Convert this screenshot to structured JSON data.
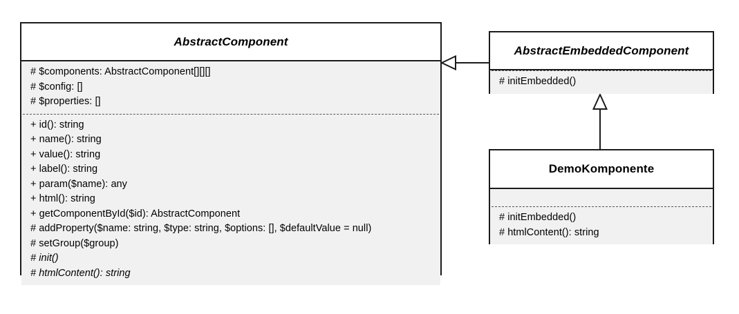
{
  "diagram": {
    "type": "uml-class-diagram",
    "classes": [
      {
        "name": "AbstractComponent",
        "stereotype": "abstract",
        "attributes": [
          "# $components: AbstractComponent[][][]",
          "# $config: []",
          "# $properties: []"
        ],
        "methods": [
          {
            "signature": "+ id(): string",
            "abstract": false
          },
          {
            "signature": "+ name(): string",
            "abstract": false
          },
          {
            "signature": "+ value(): string",
            "abstract": false
          },
          {
            "signature": "+ label(): string",
            "abstract": false
          },
          {
            "signature": "+ param($name): any",
            "abstract": false
          },
          {
            "signature": "+ html(): string",
            "abstract": false
          },
          {
            "signature": "+ getComponentById($id): AbstractComponent",
            "abstract": false
          },
          {
            "signature": "# addProperty($name: string, $type: string, $options: [], $defaultValue = null)",
            "abstract": false
          },
          {
            "signature": "# setGroup($group)",
            "abstract": false
          },
          {
            "signature": "# init()",
            "abstract": true
          },
          {
            "signature": "# htmlContent(): string",
            "abstract": true
          }
        ]
      },
      {
        "name": "AbstractEmbeddedComponent",
        "stereotype": "abstract",
        "attributes": [],
        "methods": [
          {
            "signature": "# initEmbedded()",
            "abstract": false
          }
        ]
      },
      {
        "name": "DemoKomponente",
        "stereotype": "concrete",
        "attributes": [],
        "methods": [
          {
            "signature": "# initEmbedded()",
            "abstract": false
          },
          {
            "signature": "# htmlContent(): string",
            "abstract": false
          }
        ]
      }
    ],
    "relations": [
      {
        "kind": "generalization",
        "from": "AbstractEmbeddedComponent",
        "to": "AbstractComponent",
        "direction": "left"
      },
      {
        "kind": "generalization",
        "from": "DemoKomponente",
        "to": "AbstractEmbeddedComponent",
        "direction": "up"
      }
    ]
  },
  "colors": {
    "border": "#1a1a1a",
    "title_background": "#ffffff",
    "body_background": "#f1f1f1",
    "text": "#000000",
    "separator": "#555555",
    "canvas": "#ffffff"
  }
}
